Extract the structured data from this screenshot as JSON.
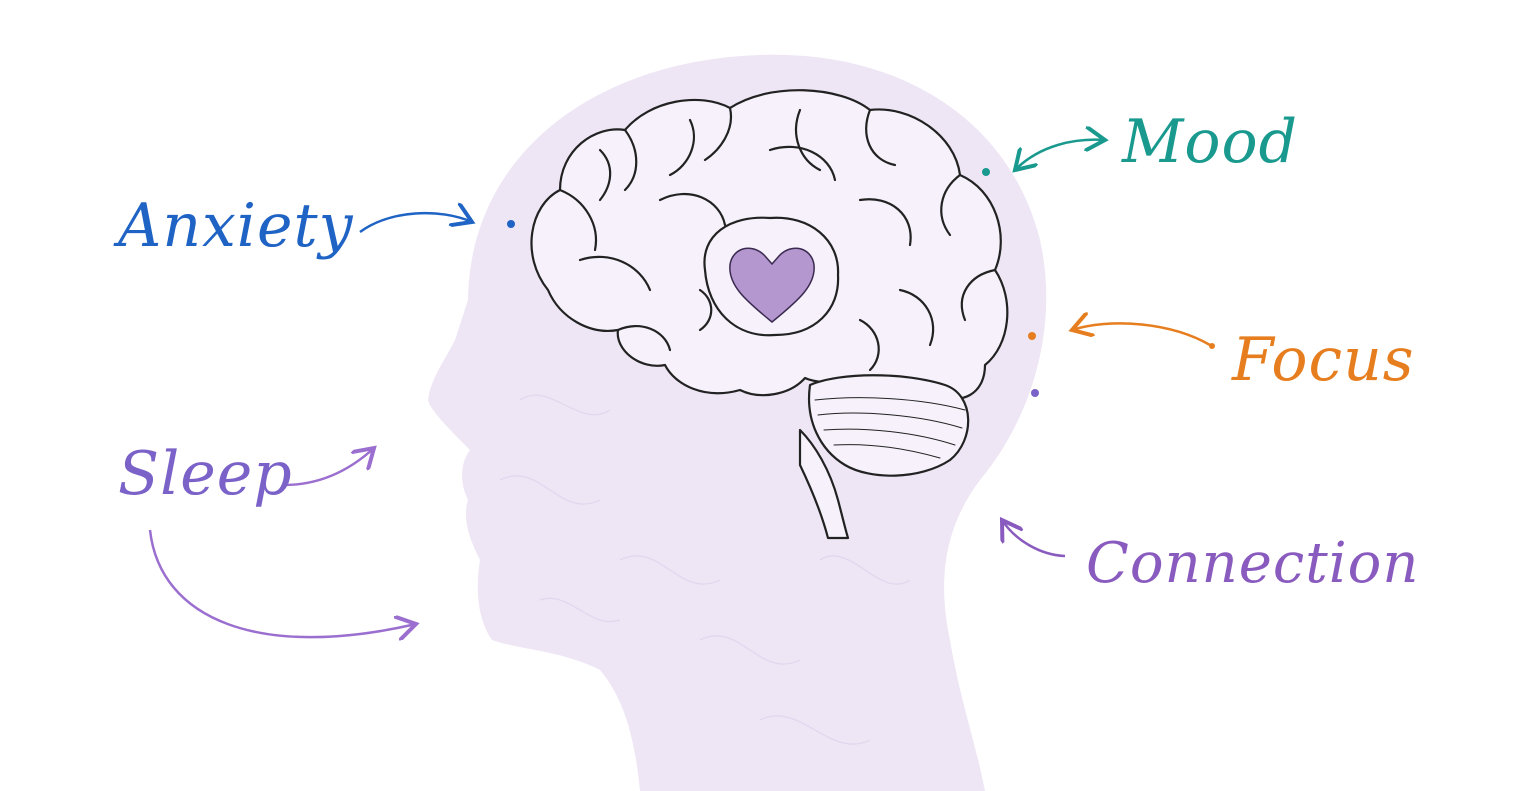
{
  "labels": {
    "anxiety": "Anxiety",
    "mood": "Mood",
    "focus": "Focus",
    "sleep": "Sleep",
    "connection": "Connection"
  },
  "colors": {
    "anxiety": "#1f63c4",
    "mood": "#1a9a8f",
    "focus": "#e67e1f",
    "sleep": "#7a62c8",
    "connection": "#8a5bbf",
    "head_fill": "#eee6f5",
    "heart": "#b497cf",
    "outline": "#222222"
  },
  "icons": {
    "center": "heart-icon",
    "organ": "brain-icon"
  }
}
